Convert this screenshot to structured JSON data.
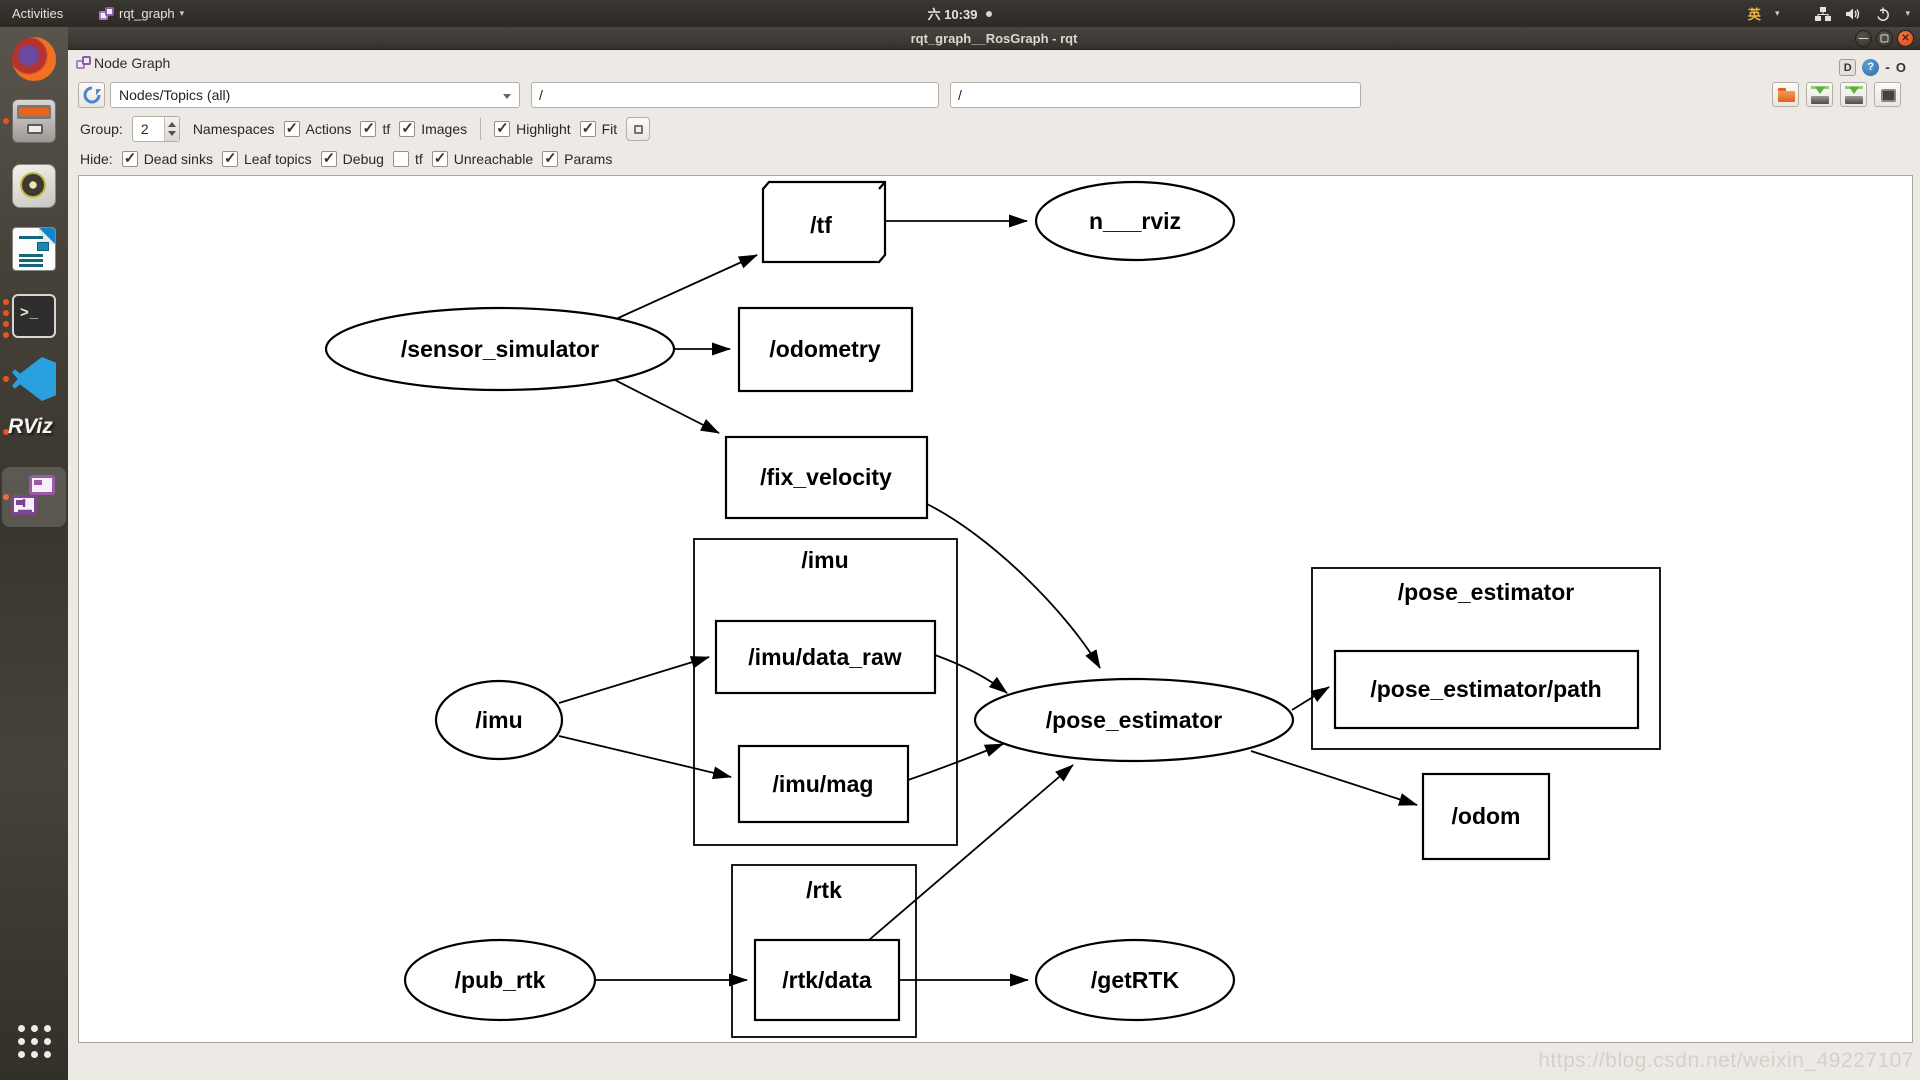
{
  "top_bar": {
    "activities_label": "Activities",
    "app_menu_label": "rqt_graph",
    "clock": "六 10:39",
    "input_method": "英"
  },
  "window": {
    "title": "rqt_graph__RosGraph - rqt"
  },
  "panel": {
    "title": "Node Graph",
    "dock_button": "D",
    "help_button": "?",
    "minimize_button": "-",
    "close_button": "O"
  },
  "toolbar": {
    "graph_type_selected": "Nodes/Topics (all)",
    "filter1": "/",
    "filter2": "/"
  },
  "options": {
    "group_label": "Group:",
    "group_value": "2",
    "namespaces": {
      "label": "Namespaces"
    },
    "actions": {
      "label": "Actions",
      "checked": true
    },
    "tf": {
      "label": "tf",
      "checked": true
    },
    "images": {
      "label": "Images",
      "checked": true
    },
    "highlight": {
      "label": "Highlight",
      "checked": true
    },
    "fit": {
      "label": "Fit",
      "checked": true
    },
    "hide_label": "Hide:",
    "dead_sinks": {
      "label": "Dead sinks",
      "checked": true
    },
    "leaf_topics": {
      "label": "Leaf topics",
      "checked": true
    },
    "debug": {
      "label": "Debug",
      "checked": true
    },
    "hide_tf": {
      "label": "tf",
      "checked": false
    },
    "unreachable": {
      "label": "Unreachable",
      "checked": true
    },
    "params": {
      "label": "Params",
      "checked": true
    }
  },
  "graph": {
    "clusters": [
      {
        "label": "/imu"
      },
      {
        "label": "/pose_estimator"
      },
      {
        "label": "/rtk"
      }
    ],
    "nodes": [
      {
        "label": "/tf",
        "shape": "box3d"
      },
      {
        "label": "n___rviz",
        "shape": "ellipse"
      },
      {
        "label": "/sensor_simulator",
        "shape": "ellipse"
      },
      {
        "label": "/odometry",
        "shape": "box"
      },
      {
        "label": "/fix_velocity",
        "shape": "box"
      },
      {
        "label": "/imu",
        "shape": "ellipse"
      },
      {
        "label": "/imu/data_raw",
        "shape": "box"
      },
      {
        "label": "/imu/mag",
        "shape": "box"
      },
      {
        "label": "/pose_estimator",
        "shape": "ellipse"
      },
      {
        "label": "/pose_estimator/path",
        "shape": "box"
      },
      {
        "label": "/odom",
        "shape": "box"
      },
      {
        "label": "/pub_rtk",
        "shape": "ellipse"
      },
      {
        "label": "/rtk/data",
        "shape": "box"
      },
      {
        "label": "/getRTK",
        "shape": "ellipse"
      }
    ],
    "edges": [
      {
        "from": "/sensor_simulator",
        "to": "/tf"
      },
      {
        "from": "/tf",
        "to": "n___rviz"
      },
      {
        "from": "/sensor_simulator",
        "to": "/odometry"
      },
      {
        "from": "/sensor_simulator",
        "to": "/fix_velocity"
      },
      {
        "from": "/fix_velocity",
        "to": "/pose_estimator"
      },
      {
        "from": "/imu",
        "to": "/imu/data_raw"
      },
      {
        "from": "/imu",
        "to": "/imu/mag"
      },
      {
        "from": "/imu/data_raw",
        "to": "/pose_estimator"
      },
      {
        "from": "/imu/mag",
        "to": "/pose_estimator"
      },
      {
        "from": "/rtk/data",
        "to": "/pose_estimator"
      },
      {
        "from": "/pose_estimator",
        "to": "/pose_estimator/path"
      },
      {
        "from": "/pose_estimator",
        "to": "/odom"
      },
      {
        "from": "/pub_rtk",
        "to": "/rtk/data"
      },
      {
        "from": "/rtk/data",
        "to": "/getRTK"
      }
    ]
  },
  "dock": {
    "items": [
      {
        "name": "firefox"
      },
      {
        "name": "file-manager"
      },
      {
        "name": "audio-player"
      },
      {
        "name": "libreoffice-writer"
      },
      {
        "name": "terminal"
      },
      {
        "name": "vscode"
      },
      {
        "name": "rviz",
        "label": "RViz"
      },
      {
        "name": "rqt",
        "active": true
      },
      {
        "name": "show-applications"
      }
    ]
  },
  "watermark": "https://blog.csdn.net/weixin_49227107",
  "colors": {
    "accent_orange": "#e95420",
    "help_blue": "#3c7fb1",
    "panel_bg": "#edeae6",
    "canvas_bg": "#ffffff"
  }
}
